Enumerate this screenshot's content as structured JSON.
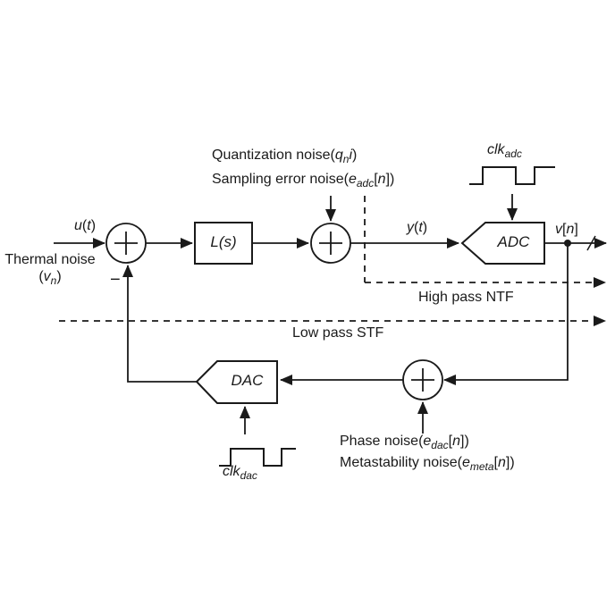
{
  "colors": {
    "ink": "#1a1a1a",
    "background": "#ffffff"
  },
  "blocks": {
    "adc_label": "ADC",
    "dac_label": "DAC",
    "loop_filter_runs": [
      {
        "t": "L",
        "i": true
      },
      {
        "t": "("
      },
      {
        "t": "s",
        "i": true
      },
      {
        "t": ")"
      }
    ]
  },
  "signals": {
    "input_runs": [
      {
        "t": "u",
        "i": true
      },
      {
        "t": "("
      },
      {
        "t": "t",
        "i": true
      },
      {
        "t": ")"
      }
    ],
    "y_runs": [
      {
        "t": "y",
        "i": true
      },
      {
        "t": "("
      },
      {
        "t": "t",
        "i": true
      },
      {
        "t": ")"
      }
    ],
    "v_out_runs": [
      {
        "t": "v",
        "i": true
      },
      {
        "t": "["
      },
      {
        "t": "n",
        "i": true
      },
      {
        "t": "]"
      }
    ]
  },
  "noise": {
    "quantization_runs": [
      {
        "t": "Quantization noise("
      },
      {
        "t": "q",
        "i": true
      },
      {
        "t": "n",
        "i": true,
        "s": true
      },
      {
        "t": "i",
        "i": true
      },
      {
        "t": ")"
      }
    ],
    "sampling_runs": [
      {
        "t": "Sampling error noise("
      },
      {
        "t": "e",
        "i": true
      },
      {
        "t": "adc",
        "i": true,
        "s": true
      },
      {
        "t": "["
      },
      {
        "t": "n",
        "i": true
      },
      {
        "t": "])"
      }
    ],
    "phase_runs": [
      {
        "t": "Phase noise("
      },
      {
        "t": "e",
        "i": true
      },
      {
        "t": "dac",
        "i": true,
        "s": true
      },
      {
        "t": "["
      },
      {
        "t": "n",
        "i": true
      },
      {
        "t": "])"
      }
    ],
    "metastability_runs": [
      {
        "t": "Metastability noise("
      },
      {
        "t": "e",
        "i": true
      },
      {
        "t": "meta",
        "i": true,
        "s": true
      },
      {
        "t": "["
      },
      {
        "t": "n",
        "i": true
      },
      {
        "t": "])"
      }
    ],
    "thermal_line1": "Thermal noise",
    "thermal_line2_runs": [
      {
        "t": "("
      },
      {
        "t": "v",
        "i": true
      },
      {
        "t": "n",
        "i": true,
        "s": true
      },
      {
        "t": ")"
      }
    ]
  },
  "clocks": {
    "adc_runs": [
      {
        "t": "clk",
        "i": true
      },
      {
        "t": "adc",
        "i": true,
        "s": true
      }
    ],
    "dac_runs": [
      {
        "t": "clk",
        "i": true
      },
      {
        "t": "dac",
        "i": true,
        "s": true
      }
    ]
  },
  "annotations": {
    "high_pass": "High pass NTF",
    "low_pass": "Low pass STF",
    "minus_sign": "−"
  },
  "icons": {
    "clock_adc": "square-wave-icon",
    "clock_dac": "square-wave-icon",
    "bus_slash": "bus-width-slash-icon",
    "node_dot": "junction-dot-icon",
    "summing_junction": "plus-circle-icon"
  }
}
